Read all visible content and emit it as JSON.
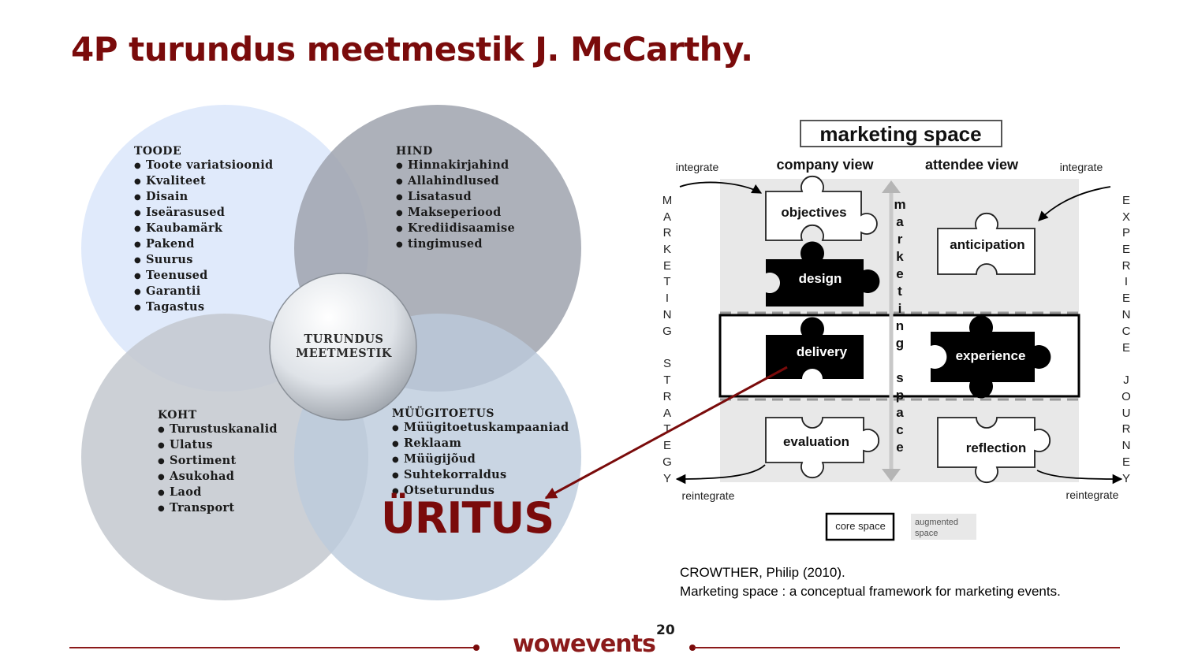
{
  "slide": {
    "title": "4P turundus meetmestik J. McCarthy.",
    "page_number": "20",
    "brand": "wowevents"
  },
  "venn": {
    "center_line1": "TURUNDUS",
    "center_line2": "MEETMESTIK",
    "toode": {
      "head": "TOODE",
      "items": [
        "Toote variatsioonid",
        "Kvaliteet",
        "Disain",
        "Iseärasused",
        "Kaubamärk",
        "Pakend",
        "Suurus",
        "Teenused",
        "Garantii",
        "Tagastus"
      ]
    },
    "hind": {
      "head": "HIND",
      "items": [
        "Hinnakirjahind",
        "Allahindlused",
        "Lisatasud",
        "Makseperiood",
        "Krediidisaamise",
        "tingimused"
      ]
    },
    "koht": {
      "head": "KOHT",
      "items": [
        "Turustuskanalid",
        "Ulatus",
        "Sortiment",
        "Asukohad",
        "Laod",
        "Transport"
      ]
    },
    "myygitoetus": {
      "head": "MÜÜGITOETUS",
      "items": [
        "Müügitoetuskampaaniad",
        "Reklaam",
        "Müügijõud",
        "Suhtekorraldus",
        "Otseturundus"
      ]
    },
    "uritus": "ÜRITUS",
    "colors": {
      "toode": "#dbe6fa",
      "hind": "#a9acb6",
      "koht": "#c9cdd3",
      "myygitoetus": "#c5d3e2",
      "accent": "#7a0b0b"
    }
  },
  "marketing_space": {
    "title": "marketing space",
    "company_view": "company view",
    "attendee_view": "attendee view",
    "integrate_left": "integrate",
    "integrate_right": "integrate",
    "reintegrate_left": "reintegrate",
    "reintegrate_right": "reintegrate",
    "left_vertical": [
      "M",
      "A",
      "R",
      "K",
      "E",
      "T",
      "I",
      "N",
      "G",
      "",
      "S",
      "T",
      "R",
      "A",
      "T",
      "E",
      "G",
      "Y"
    ],
    "right_vertical": [
      "E",
      "X",
      "P",
      "E",
      "R",
      "I",
      "E",
      "N",
      "C",
      "E",
      "",
      "J",
      "O",
      "U",
      "R",
      "N",
      "E",
      "Y"
    ],
    "center_vertical": [
      "m",
      "a",
      "r",
      "k",
      "e",
      "t",
      "i",
      "n",
      "g",
      "",
      "s",
      "p",
      "a",
      "c",
      "e"
    ],
    "pieces": {
      "objectives": "objectives",
      "anticipation": "anticipation",
      "design": "design",
      "delivery": "delivery",
      "experience": "experience",
      "evaluation": "evaluation",
      "reflection": "reflection"
    },
    "legend_core": "core space",
    "legend_augmented_line1": "augmented",
    "legend_augmented_line2": "space"
  },
  "citation": {
    "line1": "CROWTHER, Philip (2010).",
    "line2": "Marketing space : a conceptual framework for marketing events."
  }
}
